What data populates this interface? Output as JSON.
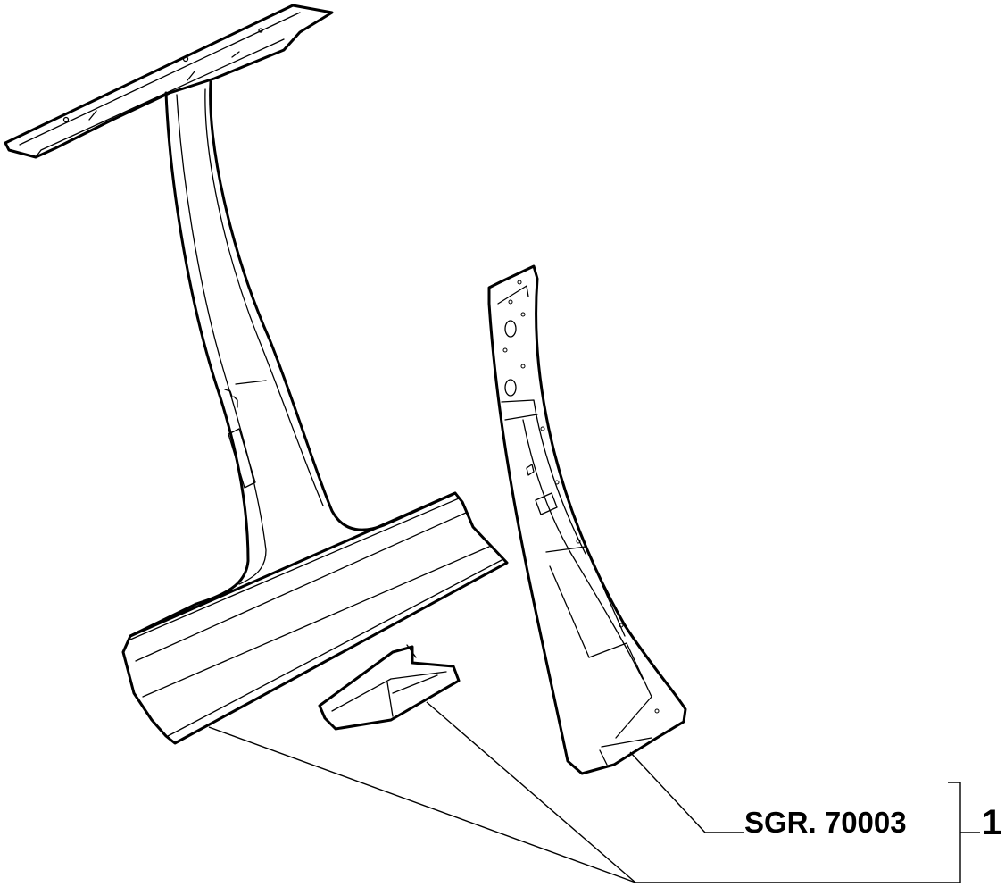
{
  "diagram": {
    "callouts": [
      {
        "id": "sgr",
        "text": "SGR. 70003"
      },
      {
        "id": "item",
        "text": "1"
      }
    ]
  }
}
